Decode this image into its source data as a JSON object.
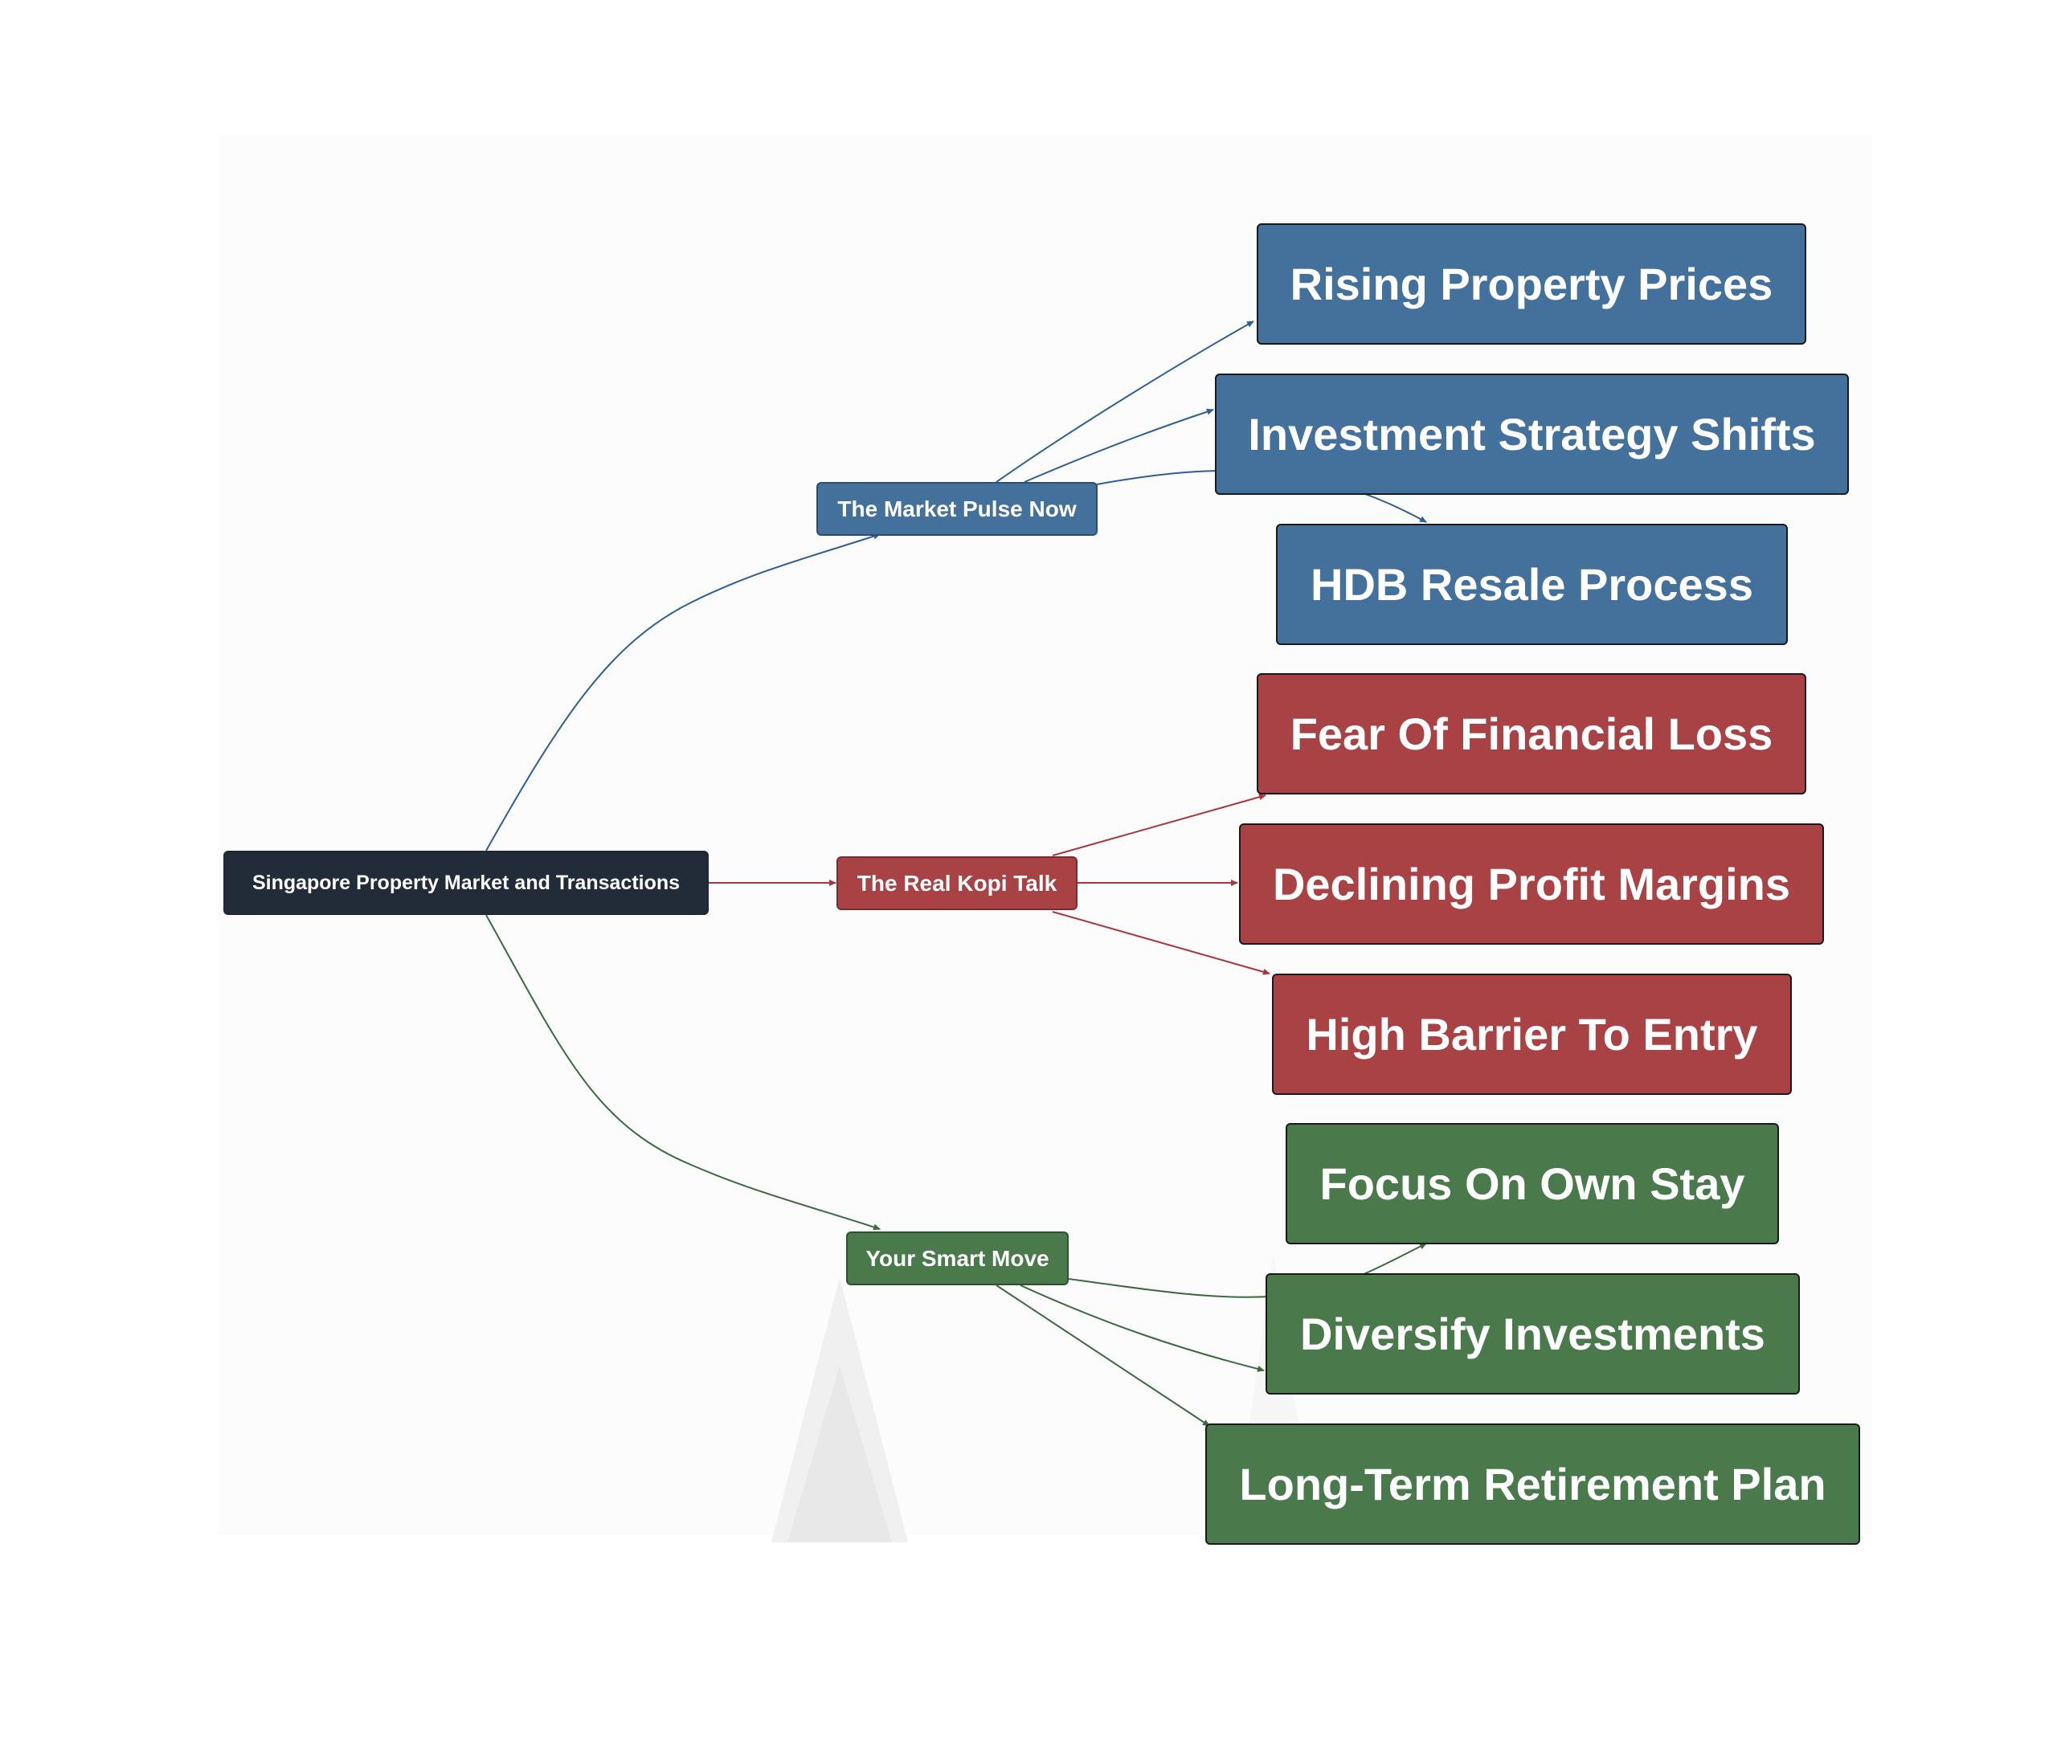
{
  "colors": {
    "root": "#222b38",
    "blue": "#44709c",
    "red": "#a84244",
    "green": "#4a7a4c",
    "edge_blue": "#2f5f96",
    "edge_red": "#a8383a",
    "edge_green": "#3c6a40"
  },
  "diagram": {
    "root": {
      "label": "Singapore Property Market and Transactions"
    },
    "branches": [
      {
        "label": "The Market Pulse Now",
        "color": "blue",
        "children": [
          "Rising Property Prices",
          "Investment Strategy Shifts",
          "HDB Resale Process"
        ]
      },
      {
        "label": "The Real Kopi Talk",
        "color": "red",
        "children": [
          "Fear Of Financial Loss",
          "Declining Profit Margins",
          "High Barrier To Entry"
        ]
      },
      {
        "label": "Your Smart Move",
        "color": "green",
        "children": [
          "Focus On Own Stay",
          "Diversify Investments",
          "Long-Term Retirement Plan"
        ]
      }
    ]
  }
}
